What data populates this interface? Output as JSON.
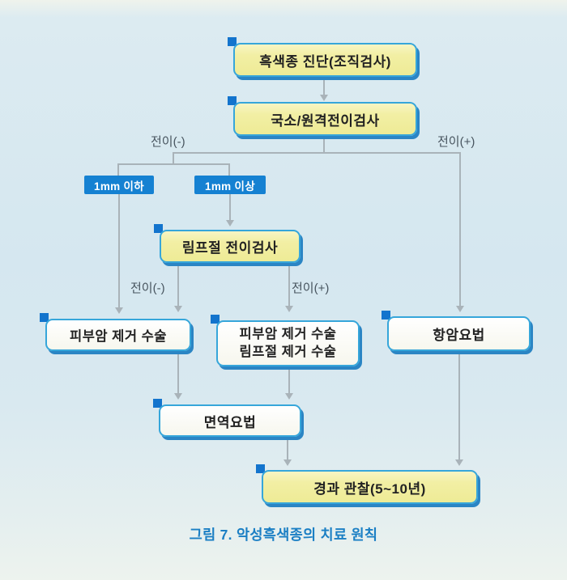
{
  "figure": {
    "caption": "그림 7. 악성흑색종의 치료 원칙",
    "nodes": {
      "diagnosis": {
        "label": "흑색종 진단(조직검사)"
      },
      "staging_test": {
        "label": "국소/원격전이검사"
      },
      "thin": {
        "label": "1mm 이하"
      },
      "thick": {
        "label": "1mm 이상"
      },
      "lymph_test": {
        "label": "림프절 전이검사"
      },
      "excision": {
        "label": "피부암 제거 수술"
      },
      "excision_lymph": {
        "line1": "피부암 제거 수술",
        "line2": "림프절 제거 수술"
      },
      "chemotherapy": {
        "label": "항암요법"
      },
      "immunotherapy": {
        "label": "면역요법"
      },
      "followup": {
        "label": "경과 관찰(5~10년)"
      }
    },
    "edge_labels": {
      "staging_negative": "전이(-)",
      "staging_positive": "전이(+)",
      "lymph_negative": "전이(-)",
      "lymph_positive": "전이(+)"
    },
    "colors": {
      "node_yellow": "#f2efa4",
      "node_white": "#f9f9f0",
      "node_border": "#36a6da",
      "node_shadow": "#2b85c4",
      "mini_chip_blue": "#1581d2",
      "accent_square_blue": "#1374cd",
      "connector_gray": "#a9b3b9",
      "caption_blue": "#1b7fc4",
      "background_blue": "#d5e7f0"
    }
  }
}
